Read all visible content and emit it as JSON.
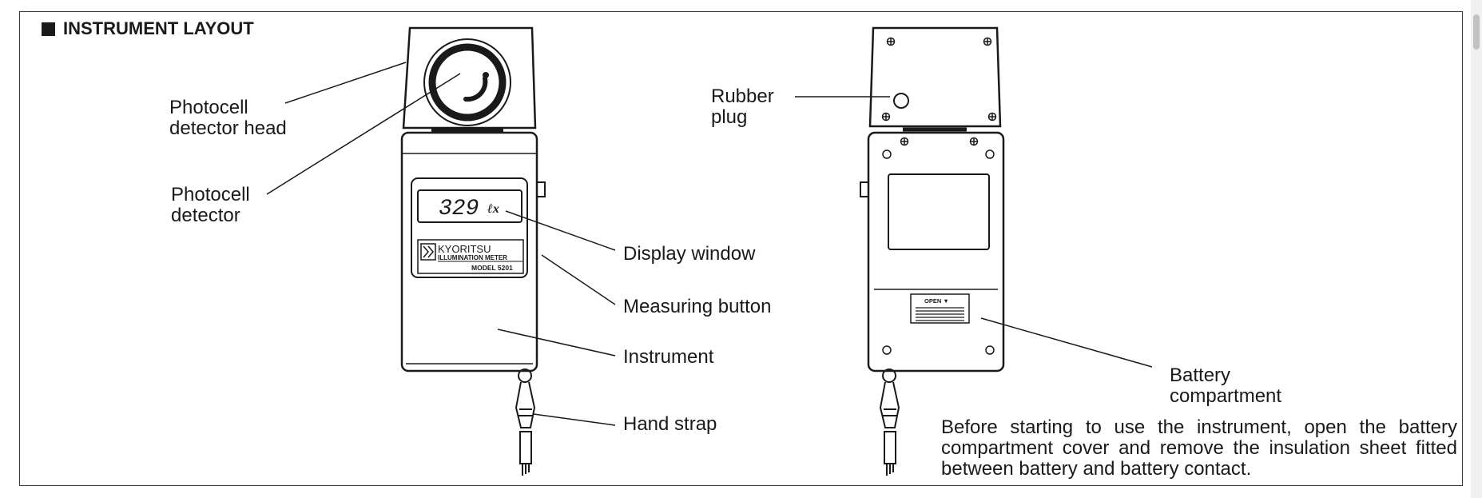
{
  "heading": "INSTRUMENT LAYOUT",
  "labels": {
    "photocell_head_1": "Photocell",
    "photocell_head_2": "detector head",
    "photocell_det_1": "Photocell",
    "photocell_det_2": "detector",
    "display_window": "Display window",
    "measuring_button": "Measuring button",
    "instrument": "Instrument",
    "hand_strap": "Hand strap",
    "rubber_plug_1": "Rubber",
    "rubber_plug_2": "plug",
    "battery_comp_1": "Battery",
    "battery_comp_2": "compartment"
  },
  "device": {
    "reading": "329",
    "unit": "ℓx",
    "brand": "KYORITSU",
    "product": "ILLUMINATION METER",
    "model": "MODEL 5201",
    "open_label": "OPEN ▼"
  },
  "note": "Before starting to use the instrument, open the battery compartment cover and remove the insulation sheet fitted between battery and battery contact."
}
